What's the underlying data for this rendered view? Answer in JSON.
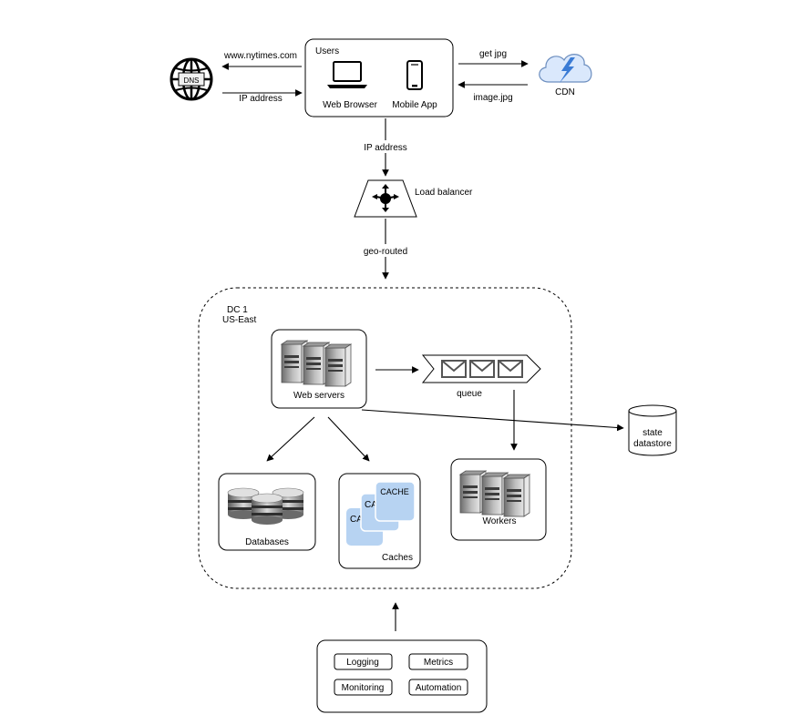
{
  "users": {
    "title": "Users",
    "web_browser": "Web Browser",
    "mobile_app": "Mobile App"
  },
  "dns": {
    "badge": "DNS",
    "request": "www.nytimes.com",
    "response": "IP address"
  },
  "cdn": {
    "label": "CDN",
    "request": "get jpg",
    "response": "image.jpg"
  },
  "edges": {
    "users_to_lb": "IP address",
    "lb_to_dc": "geo-routed"
  },
  "load_balancer": {
    "label": "Load balancer"
  },
  "dc": {
    "name": "DC 1",
    "region": "US-East",
    "web_servers": "Web servers",
    "queue": "queue",
    "databases": "Databases",
    "caches": "Caches",
    "cache_tag": "CACHE",
    "cache_tag_partial": "CA",
    "workers": "Workers"
  },
  "state_datastore": {
    "line1": "state",
    "line2": "datastore"
  },
  "ops": {
    "logging": "Logging",
    "metrics": "Metrics",
    "monitoring": "Monitoring",
    "automation": "Automation"
  },
  "colors": {
    "cdn_fill": "#dae8fc",
    "cdn_stroke": "#6c8ebf",
    "bolt": "#3a7bd5",
    "cache_fill": "#b7d3f2",
    "cache_text": "#ffffff",
    "server_dark": "#6d6d6d",
    "server_light": "#d4d4d4"
  }
}
